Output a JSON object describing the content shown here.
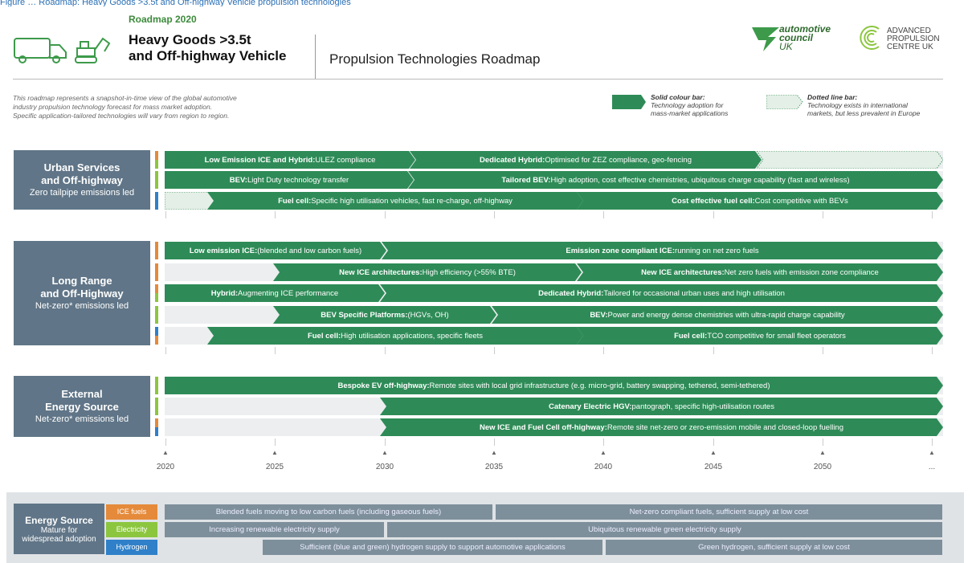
{
  "top_caption": "Figure … Roadmap: Heavy Goods >3.5t and Off-highway Vehicle propulsion technologies",
  "header": {
    "subtitle": "Roadmap 2020",
    "title_line1": "Heavy Goods >3.5t",
    "title_line2": "and Off-highway Vehicle",
    "roadmap_title": "Propulsion Technologies Roadmap",
    "logo1_line1": "automotive",
    "logo1_line2": "council",
    "logo1_line3": "UK",
    "logo2_line1": "ADVANCED",
    "logo2_line2": "PROPULSION",
    "logo2_line3": "CENTRE UK"
  },
  "intro": {
    "line1": "This roadmap represents a snapshot-in-time view of the global automotive",
    "line2": "industry propulsion technology forecast for mass market adoption.",
    "line3": "Specific application-tailored technologies will vary from region to region."
  },
  "legend": {
    "solid_title": "Solid colour bar:",
    "solid_l1": "Technology adoption for",
    "solid_l2": "mass-market applications",
    "dotted_title": "Dotted line bar:",
    "dotted_l1": "Technology exists in international",
    "dotted_l2": "markets, but less prevalent in Europe"
  },
  "colors": {
    "green": "#2e8b57",
    "ice": "#e58a3a",
    "electricity": "#8cc63f",
    "hydrogen": "#2f80c9",
    "panel": "#607587"
  },
  "sections": {
    "urban": {
      "h1": "Urban Services",
      "h2": "and Off-highway",
      "s": "Zero tailpipe emissions led"
    },
    "long": {
      "h1": "Long Range",
      "h2": "and Off-Highway",
      "s": "Net-zero* emissions led"
    },
    "ext": {
      "h1": "External",
      "h2": "Energy Source",
      "s": "Net-zero* emissions led"
    }
  },
  "bars": {
    "u1a": {
      "b": "Low Emission ICE and Hybrid:",
      "t": " ULEZ compliance"
    },
    "u1b": {
      "b": "Dedicated Hybrid:",
      "t": " Optimised for ZEZ compliance, geo-fencing"
    },
    "u2a": {
      "b": "BEV:",
      "t": " Light Duty technology transfer"
    },
    "u2b": {
      "b": "Tailored BEV:",
      "t": " High adoption, cost effective chemistries, ubiquitous charge capability (fast and wireless)"
    },
    "u3a": {
      "b": "Fuel cell:",
      "t": " Specific high utilisation vehicles, fast re-charge, off-highway"
    },
    "u3b": {
      "b": "Cost effective fuel cell:",
      "t": " Cost competitive with BEVs"
    },
    "l1a": {
      "b": "Low emission ICE:",
      "t": " (blended and low carbon fuels)"
    },
    "l1b": {
      "b": "Emission zone compliant ICE:",
      "t": " running on net zero fuels"
    },
    "l2a": {
      "b": "New ICE architectures:",
      "t": " High efficiency (>55% BTE)"
    },
    "l2b": {
      "b": "New ICE architectures:",
      "t": " Net zero fuels with emission zone compliance"
    },
    "l3a": {
      "b": "Hybrid:",
      "t": " Augmenting ICE performance"
    },
    "l3b": {
      "b": "Dedicated Hybrid:",
      "t": " Tailored for occasional urban uses and high utilisation"
    },
    "l4a": {
      "b": "BEV Specific Platforms:",
      "t": " (HGVs, OH)"
    },
    "l4b": {
      "b": "BEV:",
      "t": " Power and energy dense chemistries with ultra-rapid charge capability"
    },
    "l5a": {
      "b": "Fuel cell:",
      "t": " High utilisation applications, specific fleets"
    },
    "l5b": {
      "b": "Fuel cell:",
      "t": " TCO competitive for small fleet operators"
    },
    "e1": {
      "b": "Bespoke EV off-highway:",
      "t": " Remote sites with local grid infrastructure (e.g. micro-grid, battery swapping, tethered, semi-tethered)"
    },
    "e2": {
      "b": "Catenary Electric HGV:",
      "t": " pantograph, specific high-utilisation routes"
    },
    "e3": {
      "b": "New ICE and Fuel Cell off-highway:",
      "t": " Remote site net-zero or zero-emission mobile and closed-loop fuelling"
    }
  },
  "years": [
    "2020",
    "2025",
    "2030",
    "2035",
    "2040",
    "2045",
    "2050",
    "..."
  ],
  "energy": {
    "title": "Energy Source",
    "sub1": "Mature for",
    "sub2": "widespread adoption",
    "ice": "ICE fuels",
    "elec": "Electricity",
    "h2": "Hydrogen",
    "r1a": "Blended fuels moving to low carbon fuels (including gaseous fuels)",
    "r1b": "Net-zero compliant fuels, sufficient supply at low cost",
    "r2a": "Increasing renewable electricity supply",
    "r2b": "Ubiquitous renewable green electricity supply",
    "r3a": "Sufficient (blue and green) hydrogen supply to support automotive applications",
    "r3b": "Green hydrogen, sufficient supply at low cost"
  }
}
